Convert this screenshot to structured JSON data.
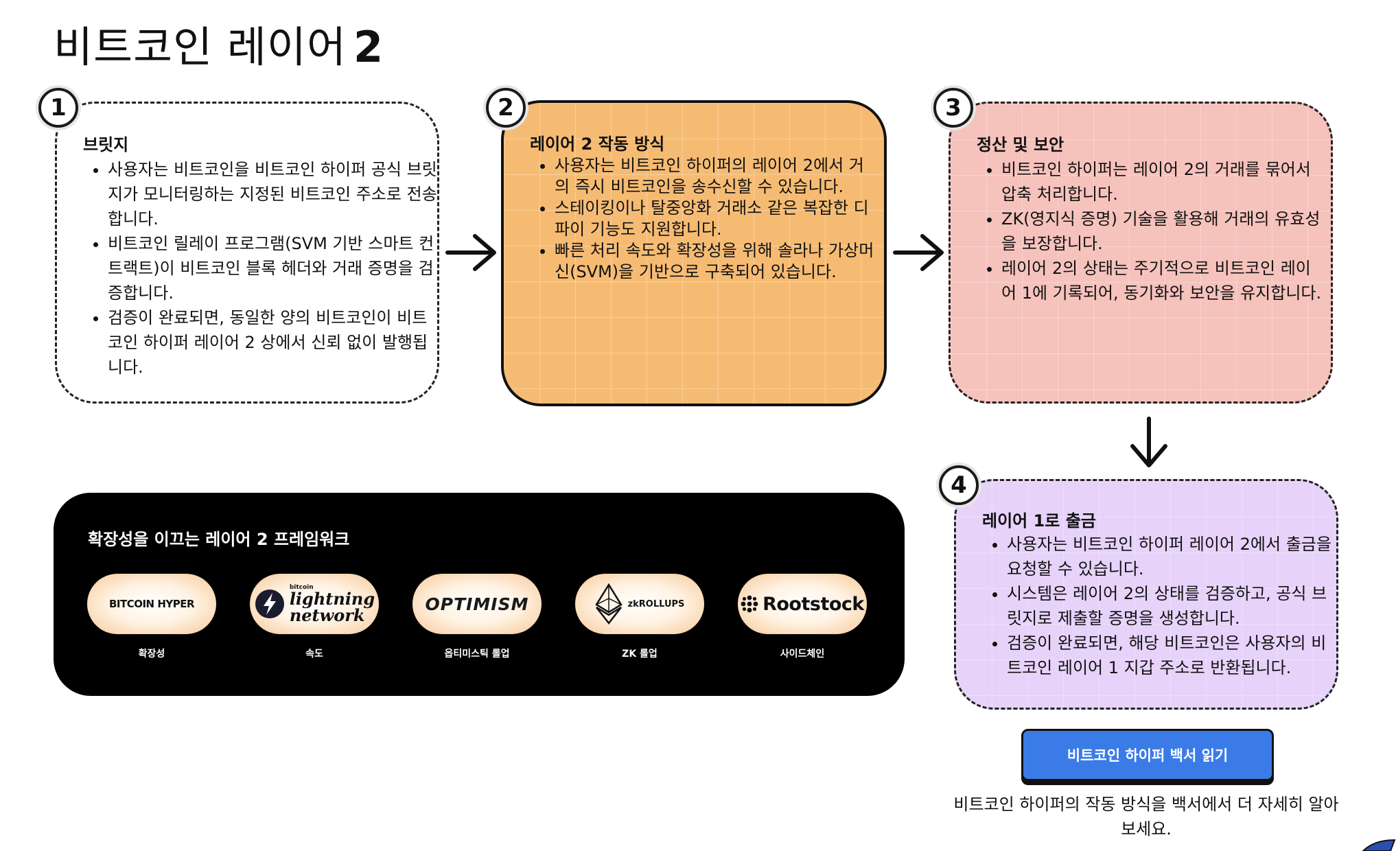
{
  "page": {
    "title": "비트코인 레이어",
    "title_number": "2"
  },
  "steps": [
    {
      "number": "1",
      "title": "브릿지",
      "bg": "#ffffff",
      "items": [
        "사용자는 비트코인을 비트코인 하이퍼 공식 브릿지가 모니터링하는 지정된 비트코인 주소로 전송합니다.",
        "비트코인 릴레이 프로그램(SVM 기반 스마트 컨트랙트)이 비트코인 블록 헤더와 거래 증명을 검증합니다.",
        "검증이 완료되면, 동일한 양의 비트코인이 비트코인 하이퍼 레이어 2 상에서 신뢰 없이 발행됩니다."
      ]
    },
    {
      "number": "2",
      "title": "레이어 2 작동 방식",
      "bg": "#f6bb72",
      "items": [
        "사용자는 비트코인 하이퍼의 레이어 2에서 거의 즉시 비트코인을 송수신할 수 있습니다.",
        "스테이킹이나 탈중앙화 거래소 같은 복잡한 디파이 기능도 지원합니다.",
        "빠른 처리 속도와 확장성을 위해 솔라나 가상머신(SVM)을 기반으로 구축되어 있습니다."
      ]
    },
    {
      "number": "3",
      "title": "정산 및 보안",
      "bg": "#f6c2bc",
      "items": [
        "비트코인 하이퍼는 레이어 2의 거래를 묶어서 압축 처리합니다.",
        "ZK(영지식 증명) 기술을 활용해 거래의 유효성을 보장합니다.",
        "레이어 2의 상태는 주기적으로 비트코인 레이어 1에 기록되어, 동기화와 보안을 유지합니다."
      ]
    },
    {
      "number": "4",
      "title": "레이어 1로 출금",
      "bg": "#e7d2fa",
      "items": [
        "사용자는 비트코인 하이퍼 레이어 2에서 출금을 요청할 수 있습니다.",
        "시스템은 레이어 2의 상태를 검증하고, 공식 브릿지로 제출할 증명을 생성합니다.",
        "검증이 완료되면, 해당 비트코인은 사용자의 비트코인 레이어 1 지갑 주소로 반환됩니다."
      ]
    }
  ],
  "framework": {
    "title": "확장성을 이끄는 레이어 2 프레임워크",
    "items": [
      {
        "logo": "BITCOIN HYPER",
        "label": "확장성",
        "icon": "bitcoin-hyper-logo"
      },
      {
        "logo_small": "bitcoin",
        "logo_line1": "lightning",
        "logo_line2": "network",
        "label": "속도",
        "icon": "lightning-network-logo"
      },
      {
        "logo": "OPTIMISM",
        "label": "옵티미스틱 롤업",
        "icon": "optimism-logo"
      },
      {
        "logo": "zkROLLUPS",
        "label": "ZK 롤업",
        "icon": "zkrollups-logo"
      },
      {
        "logo": "Rootstock",
        "label": "사이드체인",
        "icon": "rootstock-logo"
      }
    ]
  },
  "cta": {
    "button_label": "비트코인 하이퍼 백서 읽기",
    "note": "비트코인 하이퍼의 작동 방식을 백서에서 더 자세히 알아보세요."
  },
  "colors": {
    "orange_card": "#f6bb72",
    "pink_card": "#f6c2bc",
    "purple_card": "#e7d2fa",
    "button": "#3b7be8",
    "framework_bg": "#000000"
  }
}
